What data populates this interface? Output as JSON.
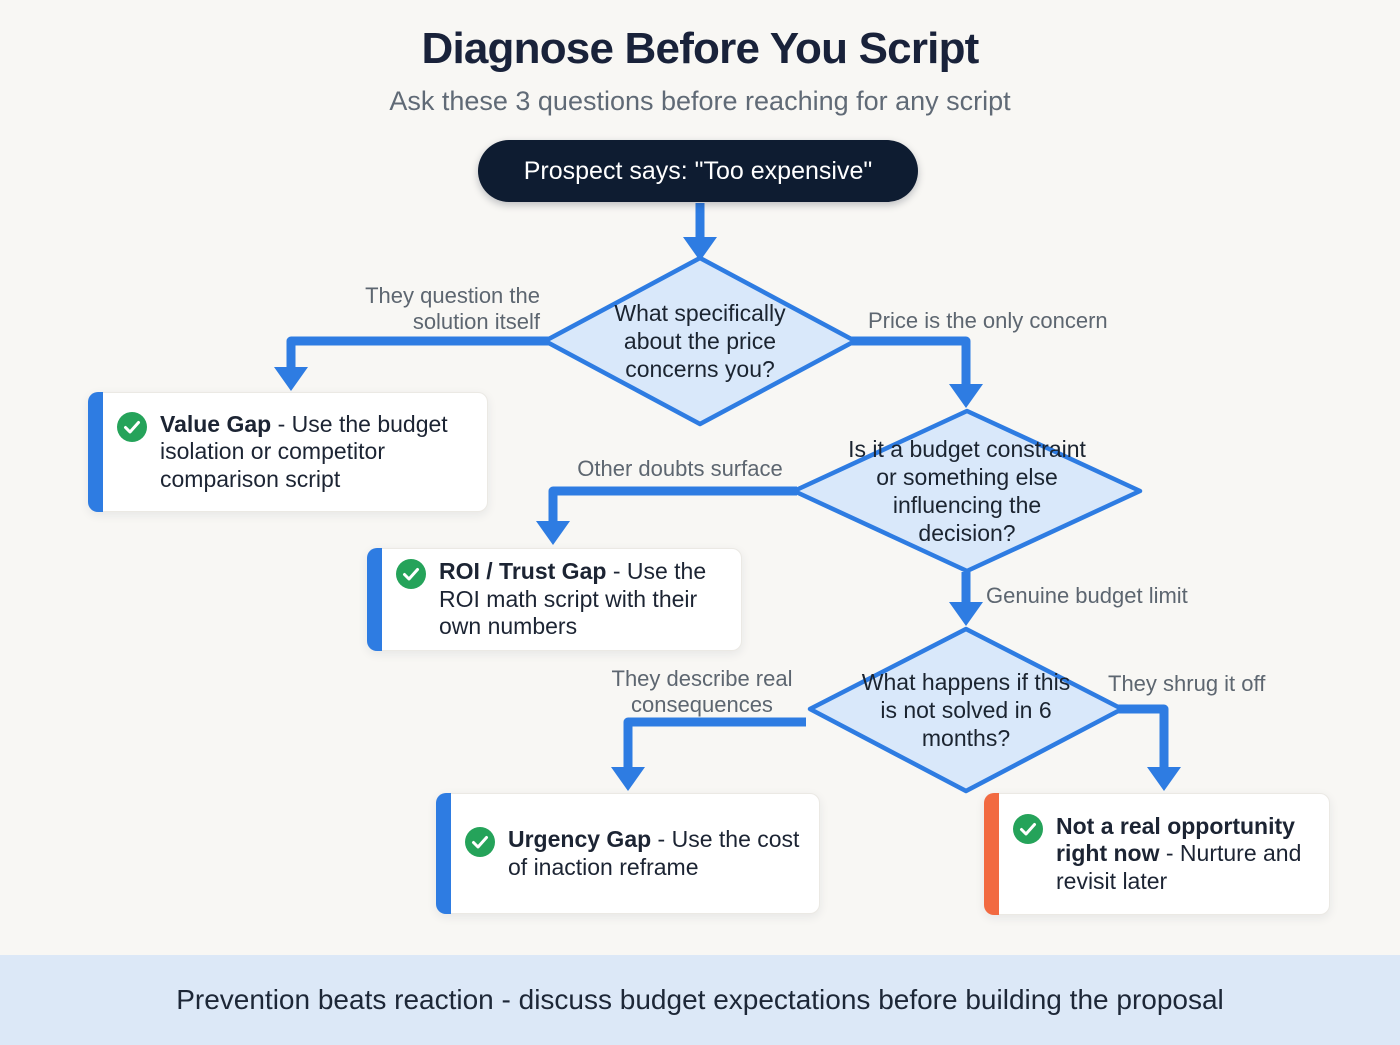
{
  "title": "Diagnose Before You Script",
  "subtitle": "Ask these 3 questions before reaching for any script",
  "start_node": {
    "label": "Prospect says: \"Too expensive\""
  },
  "decisions": [
    {
      "question": "What specifically about the price concerns you?"
    },
    {
      "question": "Is it a budget constraint or something else influencing the decision?"
    },
    {
      "question": "What happens if this is not solved in 6 months?"
    }
  ],
  "labels": {
    "q1_left": "They question the solution itself",
    "q1_right": "Price is the only concern",
    "q2_left": "Other doubts surface",
    "q2_down": "Genuine budget limit",
    "q3_left": "They describe real consequences",
    "q3_right": "They shrug it off"
  },
  "outcomes": [
    {
      "heading": "Value Gap",
      "detail": "- Use the budget isolation or competitor comparison script",
      "accent_color": "#2e7ce2"
    },
    {
      "heading": "ROI / Trust Gap",
      "detail": "- Use the ROI math script with their own numbers",
      "accent_color": "#2e7ce2"
    },
    {
      "heading": "Urgency Gap",
      "detail": "- Use the cost of inaction reframe",
      "accent_color": "#2e7ce2"
    },
    {
      "heading": "Not a real opportunity right now",
      "detail": "- Nurture and revisit later",
      "accent_color": "#f26a41"
    }
  ],
  "footer": {
    "note": "Prevention beats reaction - discuss budget expectations before building the proposal"
  },
  "colors": {
    "background": "#f8f7f4",
    "title_text": "#19223a",
    "subtitle_text": "#606a76",
    "pill_bg": "#0e1c31",
    "pill_text": "#ffffff",
    "flow_blue": "#2e7ce2",
    "diamond_fill": "#d9e8fa",
    "branch_label_text": "#5d6670",
    "check_green": "#25a35a",
    "accent_orange": "#f26a41",
    "footer_bg": "#dce8f7",
    "footer_text": "#1d2737"
  },
  "icons": {
    "outcome_icon": "check-icon"
  }
}
